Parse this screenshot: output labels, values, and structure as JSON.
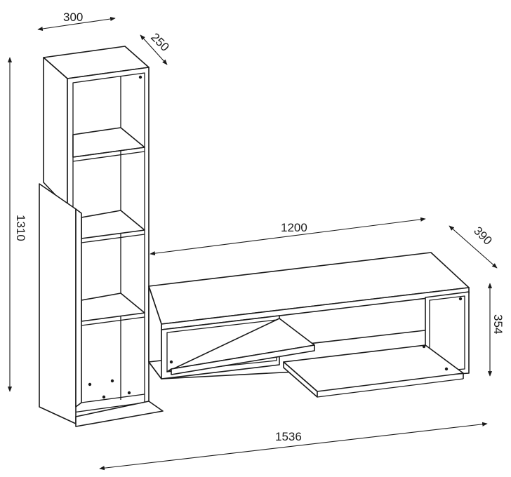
{
  "dimensions": {
    "top_width": "300",
    "top_depth": "250",
    "total_height": "1310",
    "shelf_length": "1200",
    "shelf_depth": "390",
    "shelf_height": "354",
    "total_width": "1536"
  }
}
